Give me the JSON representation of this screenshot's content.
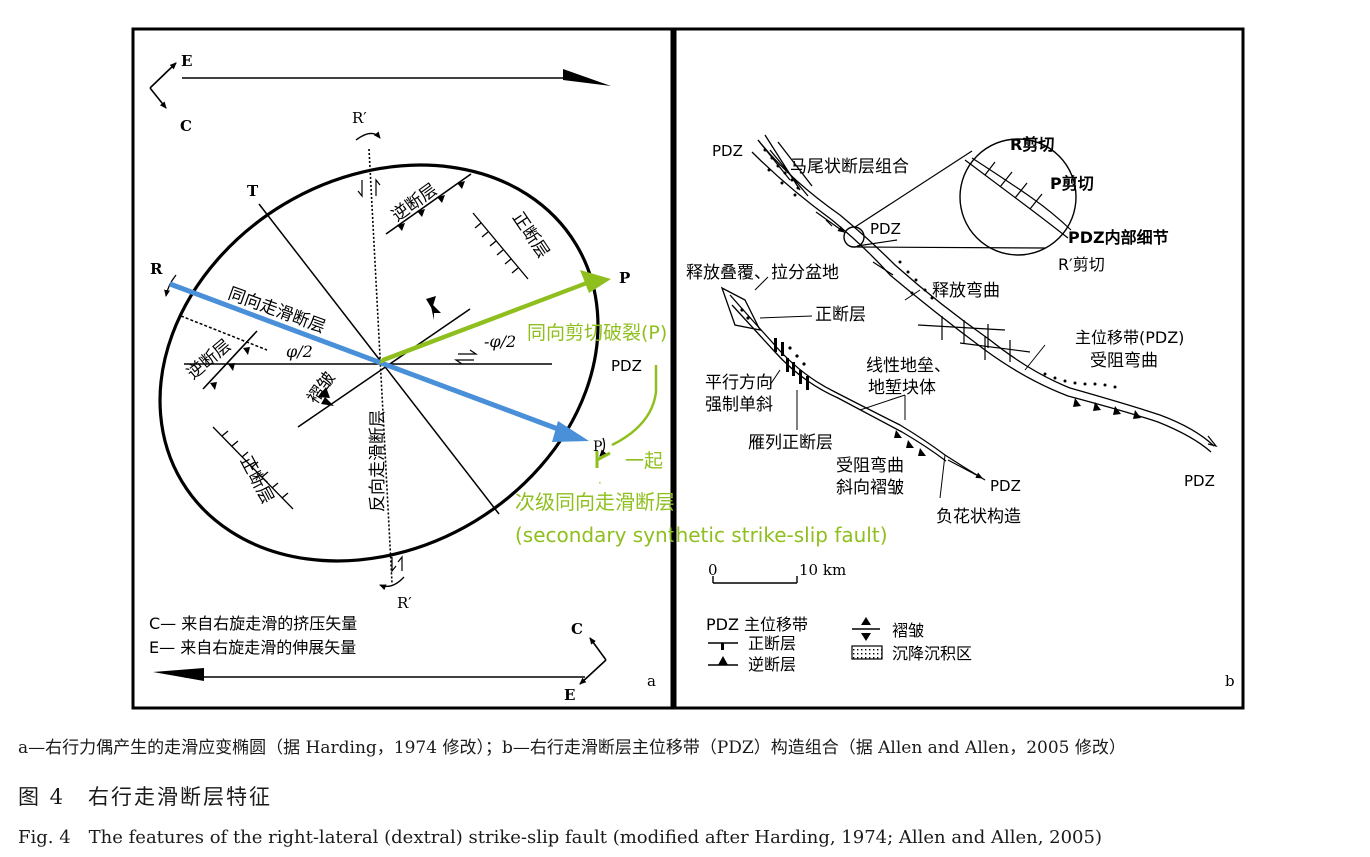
{
  "panel_a": {
    "axis_E": "E",
    "axis_C": "C",
    "axis_C2": "C",
    "axis_E2": "E",
    "label_R_prime_top": "R′",
    "label_R_prime_bottom": "R′",
    "label_T": "T",
    "label_R": "R",
    "label_P": "P",
    "label_Pp": "P",
    "label_thrust_upper": "逆断层",
    "label_normal_right": "正断层",
    "label_synthetic": "同向走滑断层",
    "label_thrust_left": "逆断层",
    "label_phi": "φ/2",
    "label_neg_phi": "-φ/2",
    "label_fold": "褶皱",
    "label_antithetic": "反向走滑断层",
    "label_normal_left": "正断层",
    "legend_c": "C— 来自右旋走滑的挤压矢量",
    "legend_e": "E— 来自右旋走滑的伸展矢量",
    "panel_letter": "a"
  },
  "annotations": {
    "green_p": "同向剪切破裂(P)",
    "pdz": "PDZ",
    "together": "一起",
    "dot": "·",
    "secondary_cn": "次级同向走滑断层",
    "secondary_en": "(secondary synthetic strike-slip fault)",
    "green_color": "#8fbf1f",
    "blue_color": "#4a90d9"
  },
  "panel_b": {
    "pdz_top": "PDZ",
    "horsetail": "马尾状断层组合",
    "pdz_circle": "PDZ",
    "r_shear": "R剪切",
    "p_shear": "P剪切",
    "pdz_detail": "PDZ内部细节",
    "rp_shear": "R′剪切",
    "release_overlap": "释放叠覆、拉分盆地",
    "release_bend": "释放弯曲",
    "normal_fault": "正断层",
    "main_zone": "主位移带(PDZ)",
    "restrain_bend": "受阻弯曲",
    "parallel_1": "平行方向",
    "parallel_2": "强制单斜",
    "linear_1": "线性地垒、",
    "linear_2": "地堑块体",
    "echelon": "雁列正断层",
    "restrain2_1": "受阻弯曲",
    "restrain2_2": "斜向褶皱",
    "pdz_mid": "PDZ",
    "pdz_right": "PDZ",
    "flower": "负花状构造",
    "scale_0": "0",
    "scale_10": "10 km",
    "leg_pdz": "PDZ 主位移带",
    "leg_normal": "正断层",
    "leg_thrust": "逆断层",
    "leg_fold": "褶皱",
    "leg_basin": "沉降沉积区",
    "panel_letter": "b"
  },
  "captions": {
    "line1": "a—右行力偶产生的走滑应变椭圆（据 Harding，1974 修改）；b—右行走滑断层主位移带（PDZ）构造组合（据 Allen and Allen，2005 修改）",
    "line2": "图 4　右行走滑断层特征",
    "line3": "Fig. 4　The features of the right-lateral (dextral) strike-slip fault (modified after Harding, 1974; Allen and Allen, 2005)"
  }
}
